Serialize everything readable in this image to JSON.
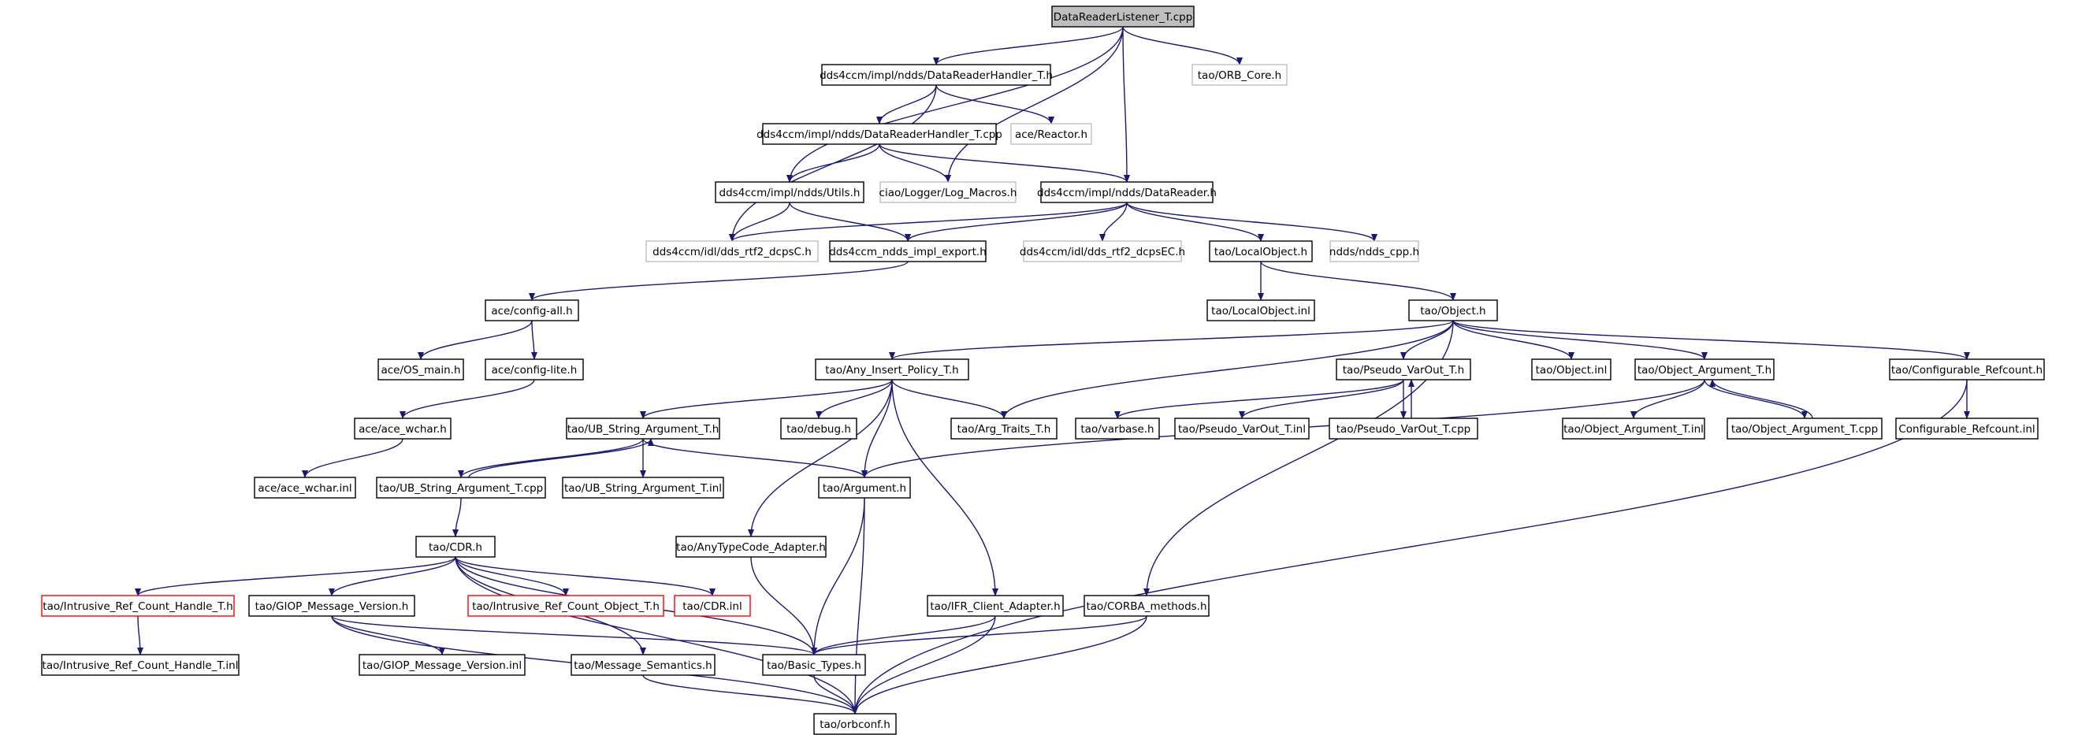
{
  "diagram": {
    "type": "include-dependency-graph",
    "colors": {
      "edge": "#191970",
      "node_border": "#000000",
      "root_fill": "#bfbfbf",
      "external_border": "#bfbfbf",
      "missing_border": "#ff0000",
      "node_fill": "#ffffff"
    },
    "nodes": [
      {
        "id": "n0",
        "label": "DataReaderListener_T.cpp",
        "style": "root"
      },
      {
        "id": "n1",
        "label": "dds4ccm/impl/ndds/DataReaderHandler_T.h",
        "style": "normal"
      },
      {
        "id": "n2",
        "label": "tao/ORB_Core.h",
        "style": "external"
      },
      {
        "id": "n3",
        "label": "dds4ccm/impl/ndds/DataReaderHandler_T.cpp",
        "style": "normal"
      },
      {
        "id": "n4",
        "label": "ace/Reactor.h",
        "style": "external"
      },
      {
        "id": "n5",
        "label": "dds4ccm/impl/ndds/Utils.h",
        "style": "normal"
      },
      {
        "id": "n6",
        "label": "ciao/Logger/Log_Macros.h",
        "style": "external"
      },
      {
        "id": "n7",
        "label": "dds4ccm/impl/ndds/DataReader.h",
        "style": "normal"
      },
      {
        "id": "n8",
        "label": "dds4ccm/idl/dds_rtf2_dcpsC.h",
        "style": "external"
      },
      {
        "id": "n9",
        "label": "dds4ccm_ndds_impl_export.h",
        "style": "normal"
      },
      {
        "id": "n10",
        "label": "dds4ccm/idl/dds_rtf2_dcpsEC.h",
        "style": "external"
      },
      {
        "id": "n11",
        "label": "tao/LocalObject.h",
        "style": "normal"
      },
      {
        "id": "n12",
        "label": "ndds/ndds_cpp.h",
        "style": "external"
      },
      {
        "id": "n13",
        "label": "ace/config-all.h",
        "style": "normal"
      },
      {
        "id": "n14",
        "label": "tao/LocalObject.inl",
        "style": "normal"
      },
      {
        "id": "n15",
        "label": "tao/Object.h",
        "style": "normal"
      },
      {
        "id": "n16",
        "label": "ace/OS_main.h",
        "style": "normal"
      },
      {
        "id": "n17",
        "label": "ace/config-lite.h",
        "style": "normal"
      },
      {
        "id": "n18",
        "label": "tao/Any_Insert_Policy_T.h",
        "style": "normal"
      },
      {
        "id": "n19",
        "label": "tao/Pseudo_VarOut_T.h",
        "style": "normal"
      },
      {
        "id": "n20",
        "label": "tao/Object.inl",
        "style": "normal"
      },
      {
        "id": "n21",
        "label": "tao/Object_Argument_T.h",
        "style": "normal"
      },
      {
        "id": "n22",
        "label": "tao/Configurable_Refcount.h",
        "style": "normal"
      },
      {
        "id": "n23",
        "label": "ace/ace_wchar.h",
        "style": "normal"
      },
      {
        "id": "n24",
        "label": "tao/UB_String_Argument_T.h",
        "style": "normal"
      },
      {
        "id": "n25",
        "label": "tao/debug.h",
        "style": "normal"
      },
      {
        "id": "n26",
        "label": "tao/Arg_Traits_T.h",
        "style": "normal"
      },
      {
        "id": "n27",
        "label": "tao/varbase.h",
        "style": "normal"
      },
      {
        "id": "n28",
        "label": "tao/Pseudo_VarOut_T.inl",
        "style": "normal"
      },
      {
        "id": "n29",
        "label": "tao/Pseudo_VarOut_T.cpp",
        "style": "normal"
      },
      {
        "id": "n30",
        "label": "tao/Object_Argument_T.inl",
        "style": "normal"
      },
      {
        "id": "n31",
        "label": "tao/Object_Argument_T.cpp",
        "style": "normal"
      },
      {
        "id": "n32",
        "label": "Configurable_Refcount.inl",
        "style": "normal"
      },
      {
        "id": "n33",
        "label": "ace/ace_wchar.inl",
        "style": "normal"
      },
      {
        "id": "n34",
        "label": "tao/UB_String_Argument_T.cpp",
        "style": "normal"
      },
      {
        "id": "n35",
        "label": "tao/UB_String_Argument_T.inl",
        "style": "normal"
      },
      {
        "id": "n36",
        "label": "tao/Argument.h",
        "style": "normal"
      },
      {
        "id": "n37",
        "label": "tao/CDR.h",
        "style": "normal"
      },
      {
        "id": "n38",
        "label": "tao/AnyTypeCode_Adapter.h",
        "style": "normal"
      },
      {
        "id": "n39",
        "label": "tao/Intrusive_Ref_Count_Handle_T.h",
        "style": "missing"
      },
      {
        "id": "n40",
        "label": "tao/GIOP_Message_Version.h",
        "style": "normal"
      },
      {
        "id": "n41",
        "label": "tao/Intrusive_Ref_Count_Object_T.h",
        "style": "missing"
      },
      {
        "id": "n42",
        "label": "tao/CDR.inl",
        "style": "missing"
      },
      {
        "id": "n43",
        "label": "tao/IFR_Client_Adapter.h",
        "style": "normal"
      },
      {
        "id": "n44",
        "label": "tao/CORBA_methods.h",
        "style": "normal"
      },
      {
        "id": "n45",
        "label": "tao/Intrusive_Ref_Count_Handle_T.inl",
        "style": "normal"
      },
      {
        "id": "n46",
        "label": "tao/GIOP_Message_Version.inl",
        "style": "normal"
      },
      {
        "id": "n47",
        "label": "tao/Message_Semantics.h",
        "style": "normal"
      },
      {
        "id": "n48",
        "label": "tao/Basic_Types.h",
        "style": "normal"
      },
      {
        "id": "n49",
        "label": "tao/orbconf.h",
        "style": "normal"
      }
    ],
    "edges": [
      [
        "n0",
        "n1"
      ],
      [
        "n0",
        "n2"
      ],
      [
        "n0",
        "n5"
      ],
      [
        "n0",
        "n6"
      ],
      [
        "n0",
        "n7"
      ],
      [
        "n1",
        "n3"
      ],
      [
        "n1",
        "n4"
      ],
      [
        "n1",
        "n8"
      ],
      [
        "n3",
        "n5"
      ],
      [
        "n3",
        "n6"
      ],
      [
        "n3",
        "n7"
      ],
      [
        "n5",
        "n8"
      ],
      [
        "n5",
        "n9"
      ],
      [
        "n7",
        "n8"
      ],
      [
        "n7",
        "n9"
      ],
      [
        "n7",
        "n10"
      ],
      [
        "n7",
        "n11"
      ],
      [
        "n7",
        "n12"
      ],
      [
        "n9",
        "n13"
      ],
      [
        "n11",
        "n14"
      ],
      [
        "n11",
        "n15"
      ],
      [
        "n13",
        "n16"
      ],
      [
        "n13",
        "n17"
      ],
      [
        "n17",
        "n23"
      ],
      [
        "n23",
        "n33"
      ],
      [
        "n15",
        "n18"
      ],
      [
        "n15",
        "n26"
      ],
      [
        "n15",
        "n19"
      ],
      [
        "n15",
        "n20"
      ],
      [
        "n15",
        "n21"
      ],
      [
        "n15",
        "n22"
      ],
      [
        "n15",
        "n44"
      ],
      [
        "n18",
        "n24"
      ],
      [
        "n18",
        "n25"
      ],
      [
        "n18",
        "n26"
      ],
      [
        "n18",
        "n36"
      ],
      [
        "n18",
        "n38"
      ],
      [
        "n18",
        "n43"
      ],
      [
        "n19",
        "n27"
      ],
      [
        "n19",
        "n28"
      ],
      [
        "n19",
        "n29"
      ],
      [
        "n29",
        "n19"
      ],
      [
        "n21",
        "n36"
      ],
      [
        "n21",
        "n30"
      ],
      [
        "n21",
        "n31"
      ],
      [
        "n31",
        "n21"
      ],
      [
        "n22",
        "n32"
      ],
      [
        "n22",
        "n49"
      ],
      [
        "n24",
        "n34"
      ],
      [
        "n34",
        "n24"
      ],
      [
        "n24",
        "n35"
      ],
      [
        "n24",
        "n36"
      ],
      [
        "n34",
        "n37"
      ],
      [
        "n36",
        "n48"
      ],
      [
        "n36",
        "n49"
      ],
      [
        "n38",
        "n48"
      ],
      [
        "n37",
        "n39"
      ],
      [
        "n37",
        "n40"
      ],
      [
        "n37",
        "n41"
      ],
      [
        "n37",
        "n42"
      ],
      [
        "n37",
        "n47"
      ],
      [
        "n37",
        "n48"
      ],
      [
        "n37",
        "n49"
      ],
      [
        "n39",
        "n45"
      ],
      [
        "n40",
        "n46"
      ],
      [
        "n40",
        "n48"
      ],
      [
        "n40",
        "n49"
      ],
      [
        "n43",
        "n48"
      ],
      [
        "n43",
        "n49"
      ],
      [
        "n44",
        "n48"
      ],
      [
        "n44",
        "n49"
      ],
      [
        "n47",
        "n49"
      ],
      [
        "n48",
        "n49"
      ]
    ]
  }
}
